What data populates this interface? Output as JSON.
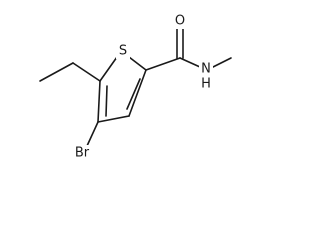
{
  "molecule": {
    "atoms": {
      "sulfur": "S",
      "oxygen": "O",
      "nitrogen_hydrogen": "N\nH",
      "nitrogen": "N",
      "hydrogen": "H",
      "bromine": "Br"
    },
    "colors": {
      "bond": "#1a1a1a",
      "label": "#1a1a1a",
      "background": "#ffffff"
    }
  }
}
